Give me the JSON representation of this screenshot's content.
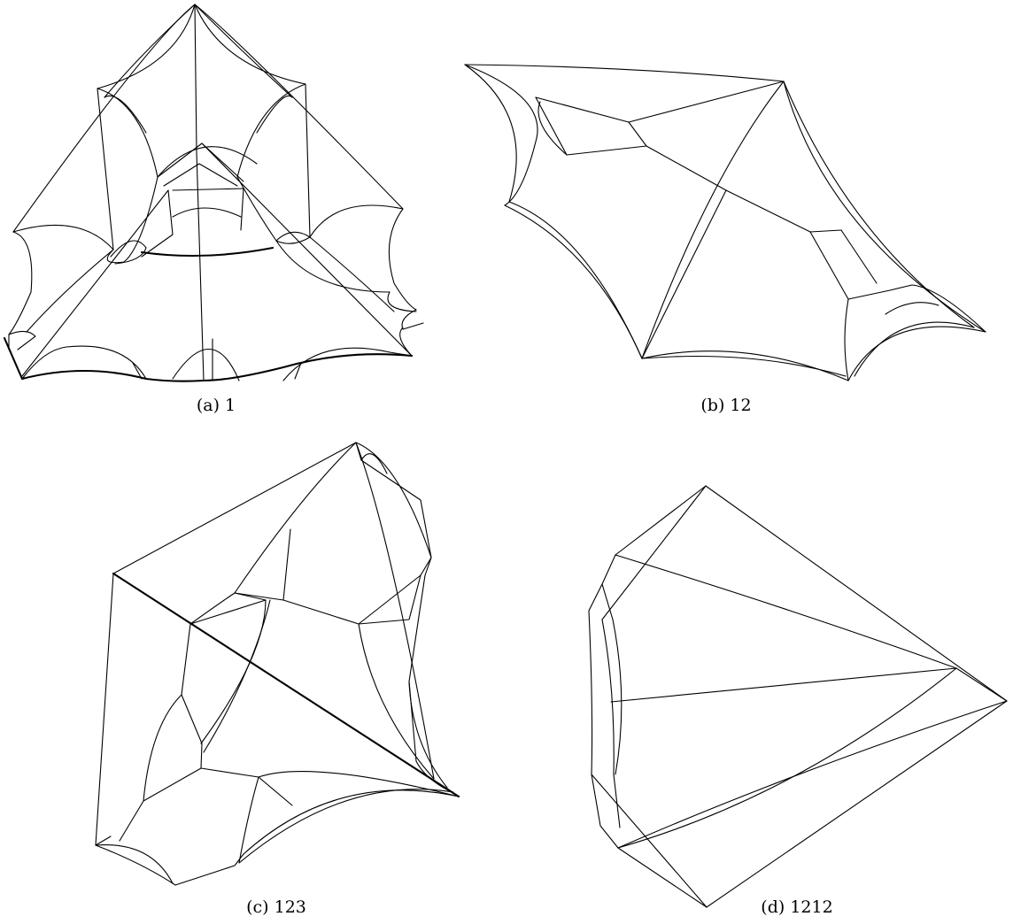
{
  "figure": {
    "panels": [
      {
        "id": "a",
        "caption": "(a) 1"
      },
      {
        "id": "b",
        "caption": "(b) 12"
      },
      {
        "id": "c",
        "caption": "(c) 123"
      },
      {
        "id": "d",
        "caption": "(d) 1212"
      }
    ]
  }
}
